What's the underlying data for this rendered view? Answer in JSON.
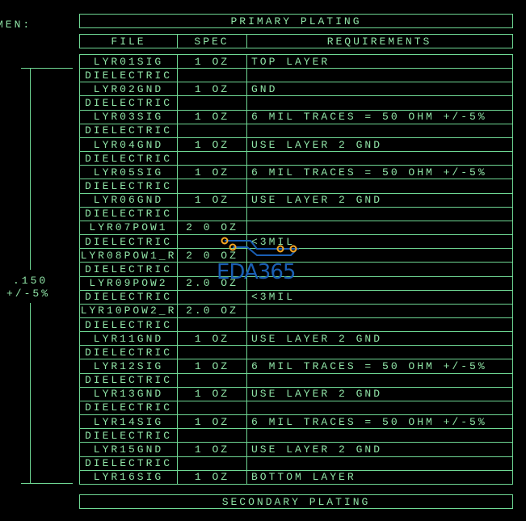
{
  "side_label": "MEN:",
  "primary_plating": "PRIMARY PLATING",
  "secondary_plating": "SECONDARY PLATING",
  "headers": {
    "file": "FILE",
    "spec": "SPEC",
    "requirements": "REQUIREMENTS"
  },
  "dimension": {
    "value": ".150",
    "tolerance": "+/-5%"
  },
  "watermark": "EDA365",
  "rows": [
    {
      "file": "LYR01SIG",
      "spec": "1 OZ",
      "req": "TOP LAYER"
    },
    {
      "file": "DIELECTRIC",
      "spec": "",
      "req": ""
    },
    {
      "file": "LYR02GND",
      "spec": "1 OZ",
      "req": "GND"
    },
    {
      "file": "DIELECTRIC",
      "spec": "",
      "req": ""
    },
    {
      "file": "LYR03SIG",
      "spec": "1 OZ",
      "req": "6 MIL TRACES = 50 OHM +/-5%"
    },
    {
      "file": "DIELECTRIC",
      "spec": "",
      "req": ""
    },
    {
      "file": "LYR04GND",
      "spec": "1 OZ",
      "req": "USE LAYER 2 GND"
    },
    {
      "file": "DIELECTRIC",
      "spec": "",
      "req": ""
    },
    {
      "file": "LYR05SIG",
      "spec": "1 OZ",
      "req": "6 MIL TRACES = 50 OHM +/-5%"
    },
    {
      "file": "DIELECTRIC",
      "spec": "",
      "req": ""
    },
    {
      "file": "LYR06GND",
      "spec": "1 OZ",
      "req": "USE LAYER 2 GND"
    },
    {
      "file": "DIELECTRIC",
      "spec": "",
      "req": ""
    },
    {
      "file": "LYR07POW1",
      "spec": "2 0 OZ",
      "req": ""
    },
    {
      "file": "DIELECTRIC",
      "spec": "",
      "req": "<3MIL"
    },
    {
      "file": "LYR08POW1_R",
      "spec": "2 0 OZ",
      "req": ""
    },
    {
      "file": "DIELECTRIC",
      "spec": "",
      "req": ""
    },
    {
      "file": "LYR09POW2",
      "spec": "2.0 OZ",
      "req": ""
    },
    {
      "file": "DIELECTRIC",
      "spec": "",
      "req": "<3MIL"
    },
    {
      "file": "LYR10POW2_R",
      "spec": "2.0 OZ",
      "req": ""
    },
    {
      "file": "DIELECTRIC",
      "spec": "",
      "req": ""
    },
    {
      "file": "LYR11GND",
      "spec": "1 OZ",
      "req": "USE LAYER 2 GND"
    },
    {
      "file": "DIELECTRIC",
      "spec": "",
      "req": ""
    },
    {
      "file": "LYR12SIG",
      "spec": "1 OZ",
      "req": "6 MIL TRACES = 50 OHM +/-5%"
    },
    {
      "file": "DIELECTRIC",
      "spec": "",
      "req": ""
    },
    {
      "file": "LYR13GND",
      "spec": "1 OZ",
      "req": "USE LAYER 2 GND"
    },
    {
      "file": "DIELECTRIC",
      "spec": "",
      "req": ""
    },
    {
      "file": "LYR14SIG",
      "spec": "1 OZ",
      "req": "6 MIL TRACES = 50 OHM +/-5%"
    },
    {
      "file": "DIELECTRIC",
      "spec": "",
      "req": ""
    },
    {
      "file": "LYR15GND",
      "spec": "1 OZ",
      "req": "USE LAYER 2 GND"
    },
    {
      "file": "DIELECTRIC",
      "spec": "",
      "req": ""
    },
    {
      "file": "LYR16SIG",
      "spec": "1 OZ",
      "req": "BOTTOM LAYER"
    }
  ]
}
